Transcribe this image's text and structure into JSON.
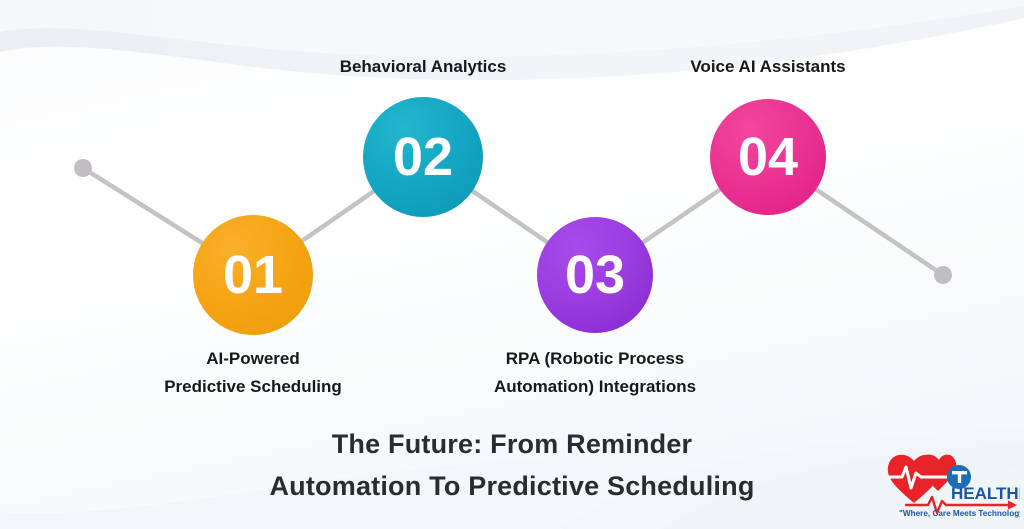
{
  "graphic": {
    "type": "process-timeline-infographic",
    "title": "The Future: From Reminder\nAutomation To Predictive Scheduling",
    "background_color": "#ffffff",
    "connector_color": "#c3c3c3",
    "endpoint_dot_color": "#c1bec1",
    "steps": [
      {
        "number": "01",
        "label": "AI-Powered\nPredictive Scheduling",
        "color": "#f5a414",
        "color_dark": "#eb9b0c",
        "label_position": "below"
      },
      {
        "number": "02",
        "label": "Behavioral Analytics",
        "color": "#17a9c4",
        "color_dark": "#0e9ab9",
        "label_position": "above"
      },
      {
        "number": "03",
        "label": "RPA (Robotic Process\nAutomation) Integrations",
        "color": "#9b3ce0",
        "color_dark": "#8327cd",
        "label_position": "below"
      },
      {
        "number": "04",
        "label": "Voice AI Assistants",
        "color": "#ea3392",
        "color_dark": "#e01d86",
        "label_position": "above"
      }
    ]
  },
  "logo": {
    "brand": "HEALTHRAY",
    "tagline": "\"Where, Care Meets Technology\"",
    "badge_letter": "T",
    "heart_color": "#e8242a",
    "brand_color": "#1a54a8",
    "badge_color": "#1a6fb5",
    "tagline_color": "#1a54a8"
  }
}
